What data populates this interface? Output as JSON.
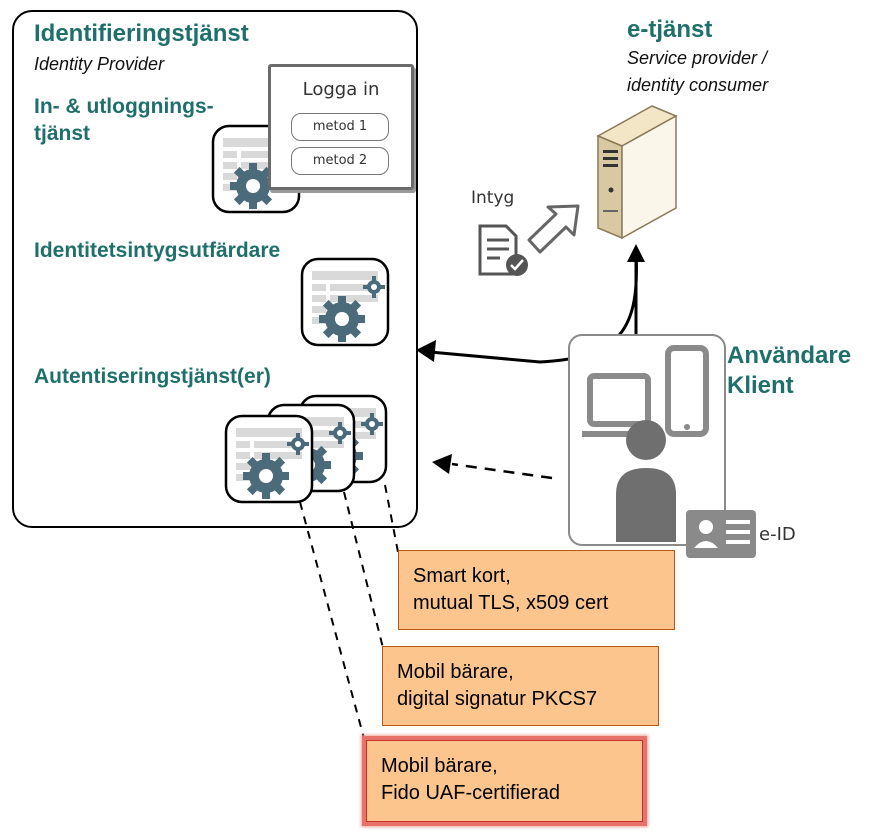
{
  "idp": {
    "title": "Identifieringstjänst",
    "subtitle": "Identity Provider",
    "login_service_line1": "In- & utloggnings-",
    "login_service_line2": "tjänst",
    "assertion_issuer": "Identitetsintygsutfärdare",
    "auth_services": "Autentiseringstjänst(er)"
  },
  "login_panel": {
    "title": "Logga in",
    "method1": "metod 1",
    "method2": "metod 2"
  },
  "eservice": {
    "title": "e-tjänst",
    "subtitle_line1": "Service provider /",
    "subtitle_line2": "identity consumer"
  },
  "assertion_label": "Intyg",
  "user": {
    "line1": "Användare",
    "line2": "Klient",
    "eid_label": "e-ID"
  },
  "methods": [
    {
      "line1": "Smart kort,",
      "line2": "mutual TLS, x509 cert"
    },
    {
      "line1": "Mobil bärare,",
      "line2": "digital signatur PKCS7"
    },
    {
      "line1": "Mobil bärare,",
      "line2": "Fido UAF-certifierad"
    }
  ],
  "colors": {
    "heading": "#1f6f6b",
    "gear": "#4b6a7a",
    "method_fill": "#fcc58e",
    "highlight": "#e7726a"
  }
}
